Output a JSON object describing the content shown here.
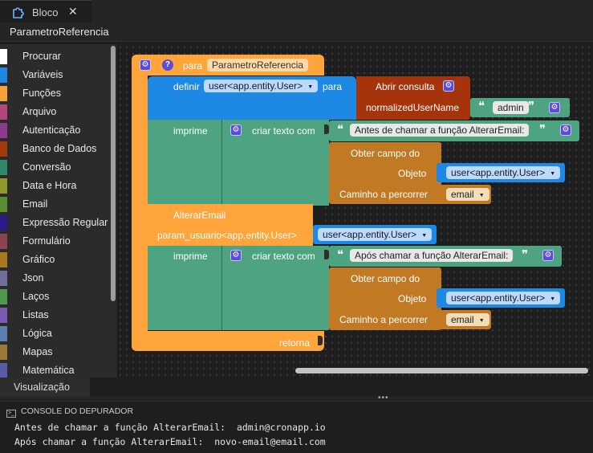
{
  "tab": {
    "title": "Bloco",
    "close": "✕",
    "icon": "puzzle-icon"
  },
  "header": {
    "title": "ParametroReferencia"
  },
  "toolbox": {
    "items": [
      {
        "label": "Procurar",
        "color": "#ffffff"
      },
      {
        "label": "Variáveis",
        "color": "#1e88e5"
      },
      {
        "label": "Funções",
        "color": "#f6a13a"
      },
      {
        "label": "Arquivo",
        "color": "#b5457d"
      },
      {
        "label": "Autenticação",
        "color": "#8e3b8e"
      },
      {
        "label": "Banco de Dados",
        "color": "#a33a10"
      },
      {
        "label": "Conversão",
        "color": "#2e8b6a"
      },
      {
        "label": "Data e Hora",
        "color": "#8d9a2a"
      },
      {
        "label": "Email",
        "color": "#5a8f2f"
      },
      {
        "label": "Expressão Regular",
        "color": "#2a1a8c"
      },
      {
        "label": "Formulário",
        "color": "#8c4450"
      },
      {
        "label": "Gráfico",
        "color": "#a8791f"
      },
      {
        "label": "Json",
        "color": "#6f6f9a"
      },
      {
        "label": "Laços",
        "color": "#4f9a4f"
      },
      {
        "label": "Listas",
        "color": "#7a5bb0"
      },
      {
        "label": "Lógica",
        "color": "#5b80b0"
      },
      {
        "label": "Mapas",
        "color": "#9a7a3a"
      },
      {
        "label": "Matemática",
        "color": "#5a5aa5"
      }
    ]
  },
  "blocks": {
    "func_para": "para",
    "func_name": "ParametroReferencia",
    "definir": "definir",
    "var_user": "user<app.entity.User>",
    "para": "para",
    "abrir_consulta": "Abrir consulta",
    "normalized": "normalizedUserName",
    "admin": "admin",
    "imprime": "imprime",
    "criar_texto": "criar texto com",
    "antes_text": "Antes de chamar a função AlterarEmail:",
    "obter_campo": "Obter campo do",
    "objeto": "Objeto",
    "caminho": "Caminho a percorrer",
    "email": "email",
    "alterar_email": "AlterarEmail",
    "param_usuario": "param_usuario<app.entity.User>",
    "apos_text": "Após chamar a função AlterarEmail:",
    "retorna": "retorna",
    "open_quote": "❝",
    "close_quote": "❞",
    "gear": "⚙",
    "question": "?"
  },
  "visualization": {
    "label": "Visualização"
  },
  "console": {
    "title": "CONSOLE DO DEPURADOR",
    "lines": [
      "Antes de chamar a função AlterarEmail:  admin@cronapp.io",
      "Após chamar a função AlterarEmail:  novo-email@email.com"
    ]
  },
  "colors": {
    "function": "#ffa53b",
    "variable": "#1e88e5",
    "database": "#a5340b",
    "text": "#4ea381",
    "object": "#c17a23",
    "gear": "#5b4bd6"
  }
}
